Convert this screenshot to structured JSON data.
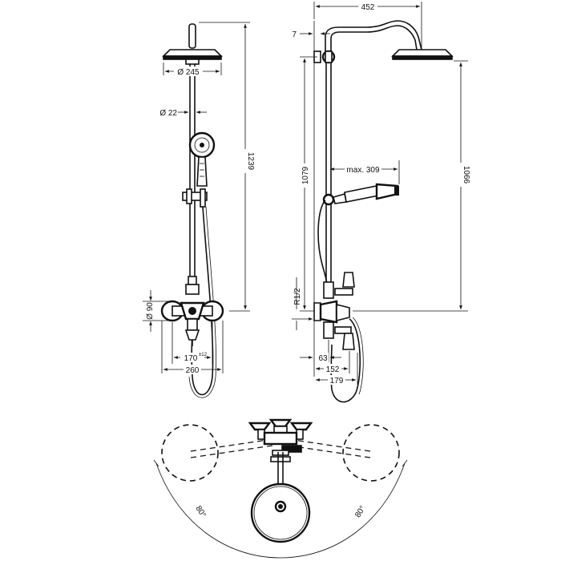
{
  "front_view": {
    "dim_head_diameter": "Ø 245",
    "dim_pipe_diameter": "Ø 22",
    "dim_total_height": "1239",
    "dim_flange_diameter": "Ø 90",
    "dim_center_spacing": "170",
    "dim_center_spacing_tolerance": "±12",
    "dim_overall_width": "260"
  },
  "side_view": {
    "dim_arm_reach": "452",
    "dim_wall_offset": "7",
    "dim_holder_height": "1079",
    "dim_handshower_reach": "max. 309",
    "dim_head_height": "1066",
    "dim_thread": "R1/2",
    "dim_spout_a": "63",
    "dim_spout_b": "152",
    "dim_spout_c": "179"
  },
  "top_view": {
    "dim_angle_left": "80°",
    "dim_angle_right": "80°"
  }
}
